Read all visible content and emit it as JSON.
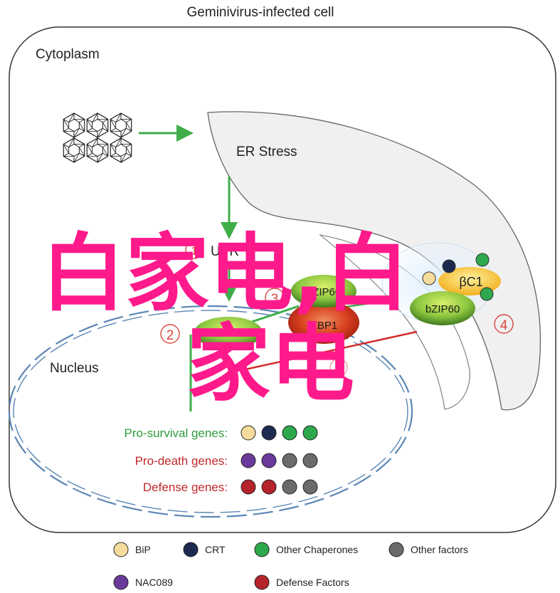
{
  "title": "Geminivirus-infected cell",
  "compartments": {
    "cytoplasm": "Cytoplasm",
    "er": "ER Stress",
    "nucleus": "Nucleus"
  },
  "pathway": {
    "upr_label": "UPR",
    "step_numbers": [
      "1",
      "2",
      "3",
      "4",
      "5"
    ],
    "complex_2": "bZIP60",
    "complex_3_top": "bZIP60",
    "complex_3_bottom": "XBP1",
    "complex_4_bzip": "bZIP60",
    "complex_4_bc1": "βC1"
  },
  "gene_groups": [
    {
      "label": "Pro-survival genes:",
      "color": "#2e9b3e",
      "dots": [
        "#f6dc9c",
        "#1c2a4f",
        "#2ea84c",
        "#2ea84c"
      ]
    },
    {
      "label": "Pro-death genes:",
      "color": "#c0282c",
      "dots": [
        "#6a3a9a",
        "#6a3a9a",
        "#6b6b6b",
        "#6b6b6b"
      ]
    },
    {
      "label": "Defense genes:",
      "color": "#c0282c",
      "dots": [
        "#b5242a",
        "#b5242a",
        "#6b6b6b",
        "#6b6b6b"
      ]
    }
  ],
  "legend": [
    {
      "label": "BiP",
      "color": "#f6dc9c"
    },
    {
      "label": "CRT",
      "color": "#1c2a4f"
    },
    {
      "label": "Other Chaperones",
      "color": "#2ea84c"
    },
    {
      "label": "Other factors",
      "color": "#6b6b6b"
    },
    {
      "label": "NAC089",
      "color": "#6a3a9a"
    },
    {
      "label": "Defense  Factors",
      "color": "#b5242a"
    }
  ],
  "watermark": {
    "line1": "白家电,白",
    "line2": "家电",
    "color": "#ff1a8c"
  },
  "colors": {
    "arrow_green": "#3fae49",
    "arrow_red": "#d02a2a",
    "step_red": "#d9463a",
    "nucleus_blue": "#5b86b5"
  }
}
